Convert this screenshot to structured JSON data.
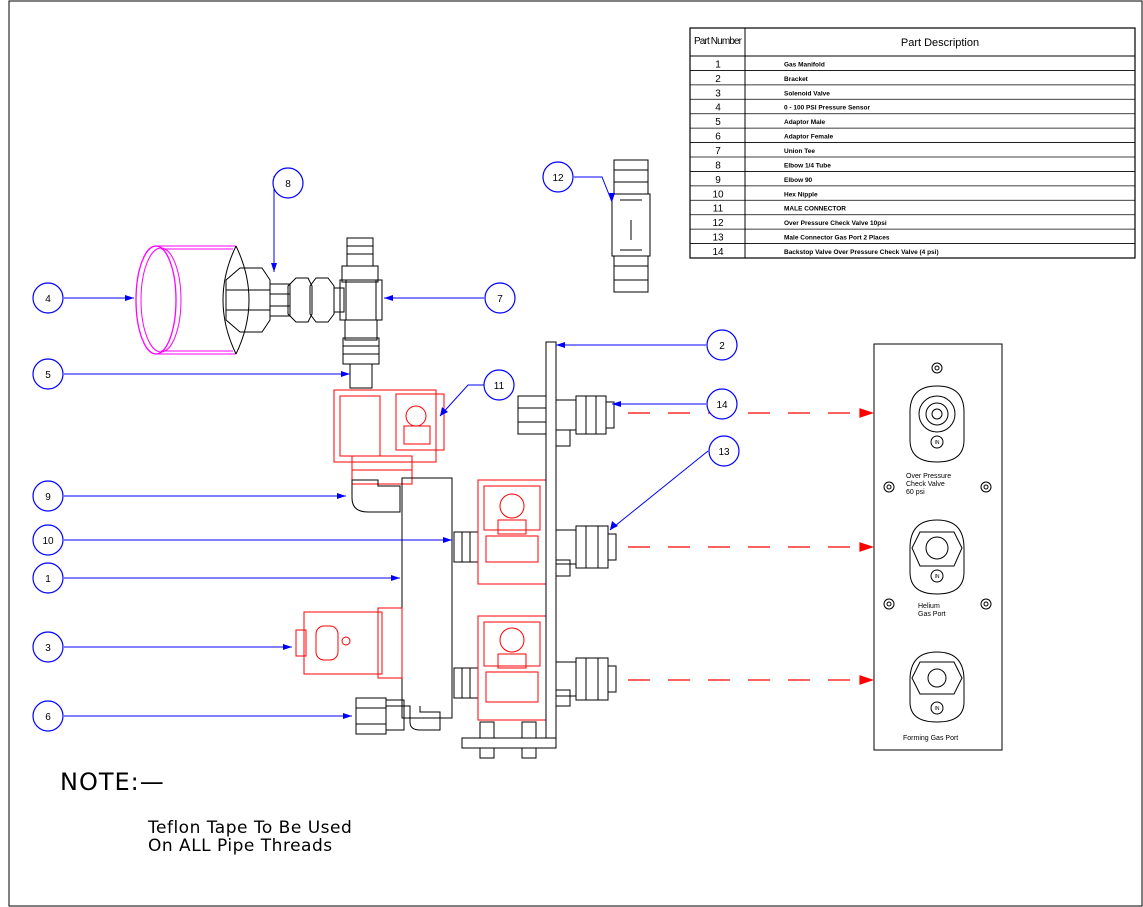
{
  "parts_table": {
    "header_number": "Part Number",
    "header_desc": "Part Description",
    "rows": [
      {
        "num": "1",
        "desc": "Gas Manifold"
      },
      {
        "num": "2",
        "desc": "Bracket"
      },
      {
        "num": "3",
        "desc": "Solenoid Valve"
      },
      {
        "num": "4",
        "desc": "0 - 100 PSI Pressure Sensor"
      },
      {
        "num": "5",
        "desc": "Adaptor Male"
      },
      {
        "num": "6",
        "desc": "Adaptor Female"
      },
      {
        "num": "7",
        "desc": "Union Tee"
      },
      {
        "num": "8",
        "desc": "Elbow 1/4 Tube"
      },
      {
        "num": "9",
        "desc": "Elbow 90"
      },
      {
        "num": "10",
        "desc": "Hex Nipple"
      },
      {
        "num": "11",
        "desc": "MALE CONNECTOR"
      },
      {
        "num": "12",
        "desc": "Over Pressure Check Valve 10psi"
      },
      {
        "num": "13",
        "desc": "Male Connector Gas Port 2 Places"
      },
      {
        "num": "14",
        "desc": "Backstop Valve Over Pressure Check Valve (4 psi)"
      }
    ]
  },
  "balloons": [
    "4",
    "5",
    "9",
    "10",
    "1",
    "3",
    "6",
    "8",
    "7",
    "11",
    "2",
    "14",
    "13",
    "12"
  ],
  "panel": {
    "label_top_1": "Over Pressure",
    "label_top_2": "Check Valve",
    "label_top_3": "60 psi",
    "label_mid_1": "Helium",
    "label_mid_2": "Gas Port",
    "label_bottom": "Forming Gas Port",
    "badge": "IN"
  },
  "note": {
    "title": "NOTE:—",
    "line1": "Teflon Tape To Be Used",
    "line2": "On ALL Pipe Threads"
  },
  "colors": {
    "leader": "#0000ff",
    "solenoid": "#ff0000",
    "sensor": "#ff00ff",
    "arrow": "#ff0000",
    "line": "#000000"
  }
}
